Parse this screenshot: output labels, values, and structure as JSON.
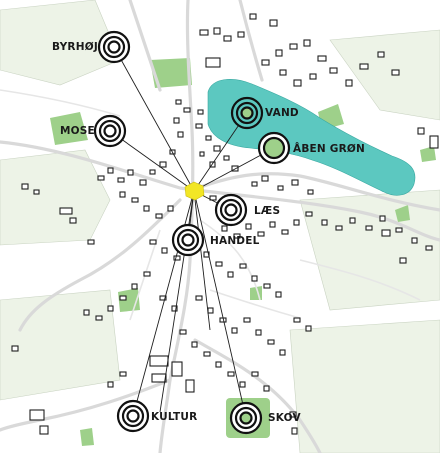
{
  "labels": {
    "byrhoj": "BYRHØJ",
    "mose": "MOSE",
    "vand": "VAND",
    "aben_gron": "ÅBEN GRØN",
    "laes": "LÆS",
    "handel": "HANDEL",
    "kultur": "KULTUR",
    "skov": "SKOV"
  },
  "colors": {
    "water": "#5cc8c0",
    "green": "#9ed08a",
    "field": "#e7f0df",
    "road": "#d9d9d9",
    "building": "#1e1e1e",
    "center": "#f2e625",
    "ring": "#111111"
  },
  "icons": [
    "target-ring-icon",
    "center-point-icon"
  ]
}
